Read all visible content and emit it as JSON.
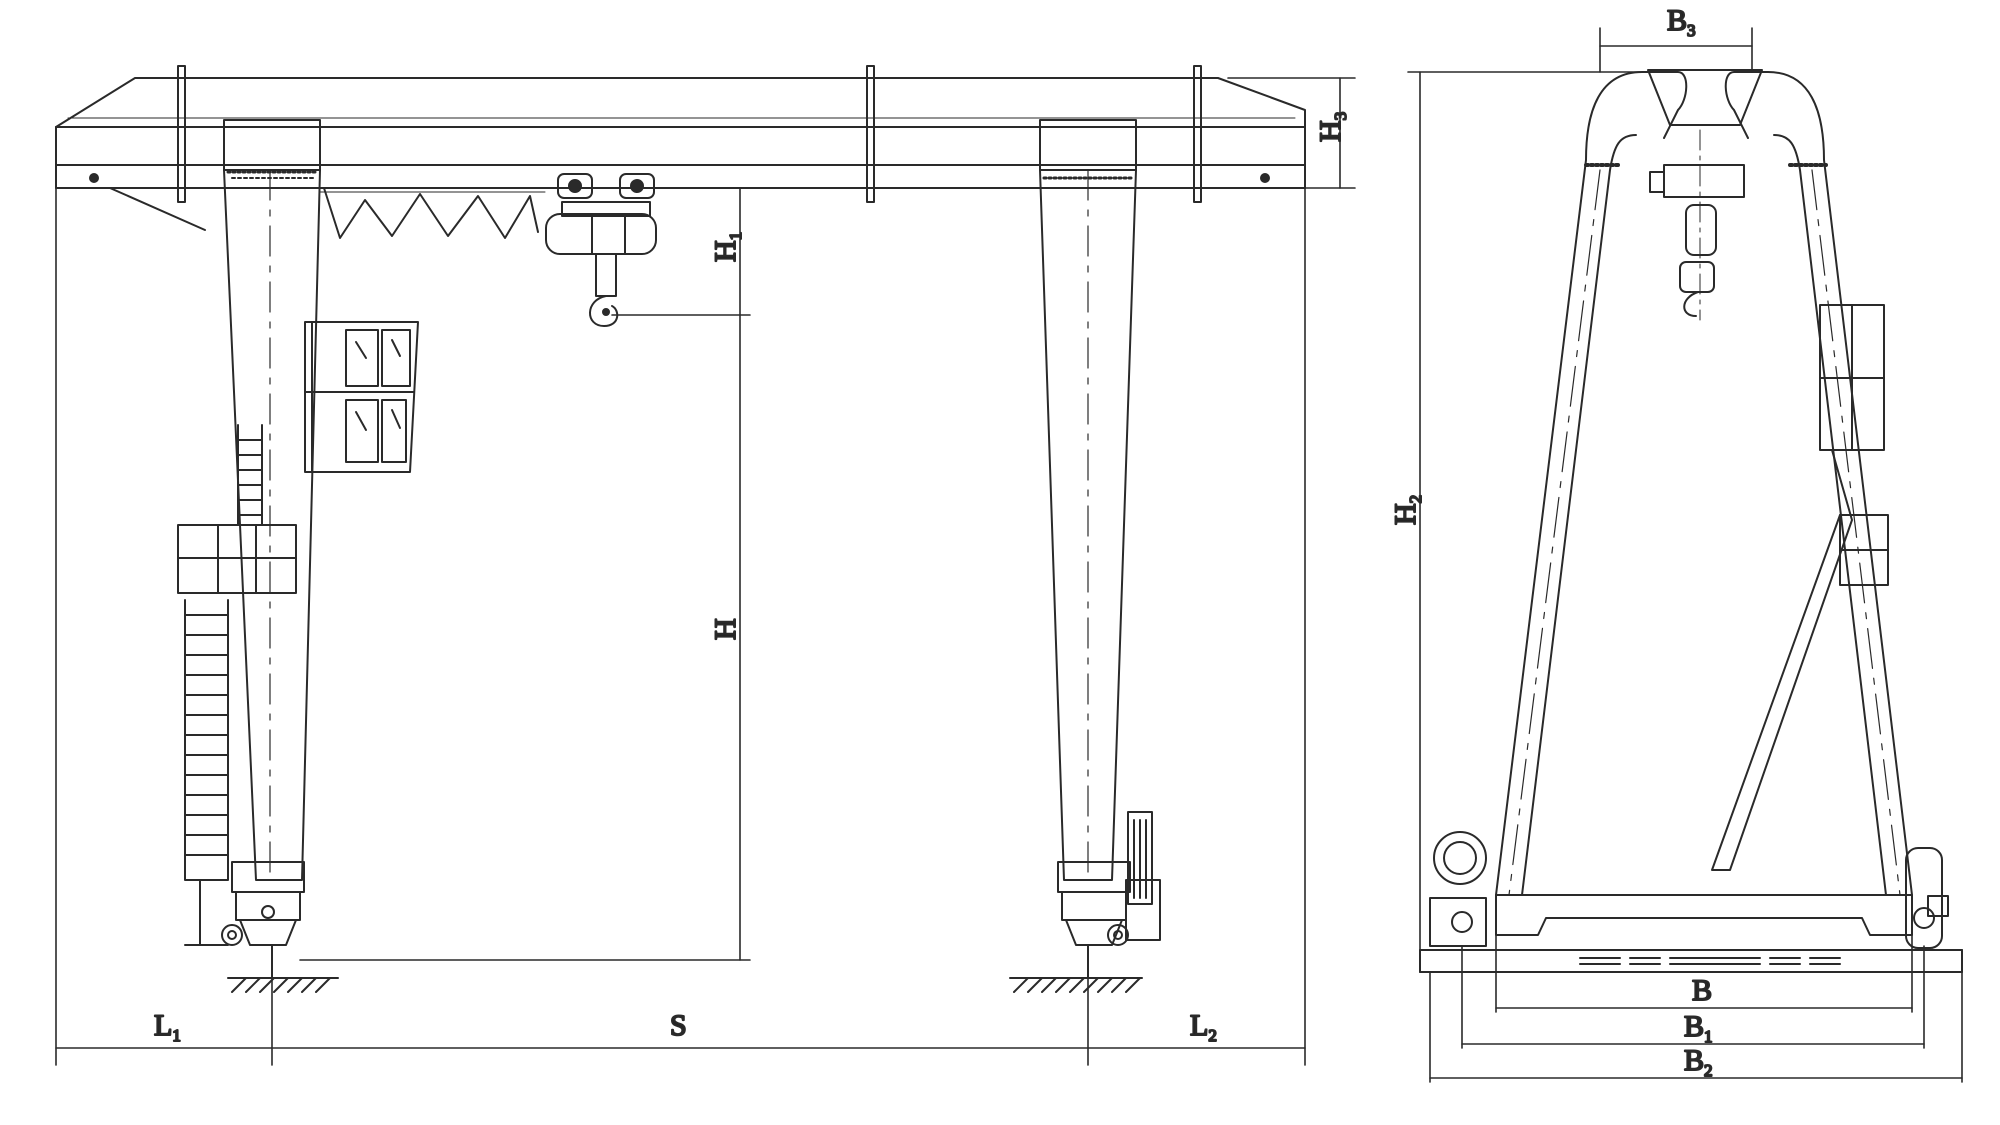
{
  "colors": {
    "line": "#2a2a2a",
    "background": "#ffffff"
  },
  "front_view": {
    "dims": {
      "L1": {
        "main": "L",
        "sub": "1"
      },
      "S": {
        "main": "S",
        "sub": ""
      },
      "L2": {
        "main": "L",
        "sub": "2"
      },
      "H": {
        "main": "H",
        "sub": ""
      },
      "H1": {
        "main": "H",
        "sub": "1"
      },
      "H3": {
        "main": "H",
        "sub": "3"
      }
    }
  },
  "side_view": {
    "dims": {
      "B": {
        "main": "B",
        "sub": ""
      },
      "B1": {
        "main": "B",
        "sub": "1"
      },
      "B2": {
        "main": "B",
        "sub": "2"
      },
      "B3": {
        "main": "B",
        "sub": "3"
      },
      "H2": {
        "main": "H",
        "sub": "2"
      }
    }
  }
}
